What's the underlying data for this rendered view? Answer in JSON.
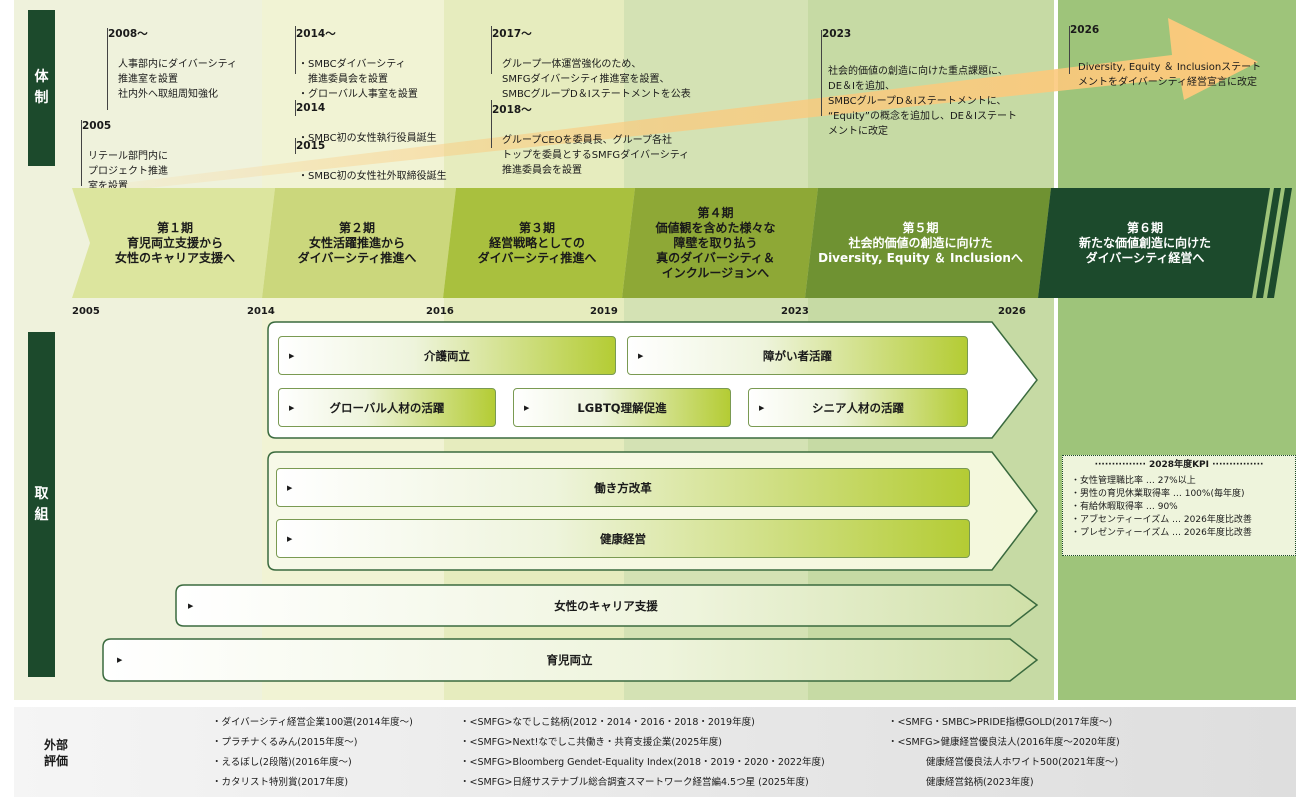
{
  "colors": {
    "dark_green": "#1c4a2c",
    "phase_light": "#dce59e",
    "phase_mid": "#8ea836",
    "accent_lime": "#b4cc34",
    "arrow_orange": "#fcc97c"
  },
  "side_labels": {
    "taisei": "体\n制",
    "torikumi": "取\n組"
  },
  "taisei_entries": [
    {
      "year": "2005",
      "text": "リテール部門内に\nプロジェクト推進\n室を設置"
    },
    {
      "year": "2008～",
      "text": "人事部内にダイバーシティ\n推進室を設置\n社内外へ取組周知強化"
    },
    {
      "year": "2014～",
      "text": "・SMBCダイバーシティ\n　推進委員会を設置\n・グローバル人事室を設置"
    },
    {
      "year": "2014",
      "text": "・SMBC初の女性執行役員誕生"
    },
    {
      "year": "2015",
      "text": "・SMBC初の女性社外取締役誕生"
    },
    {
      "year": "2017～",
      "text": "グループ一体運営強化のため、\nSMFGダイバーシティ推進室を設置、\nSMBCグループD＆Iステートメントを公表"
    },
    {
      "year": "2018～",
      "text": "グループCEOを委員長、グループ各社\nトップを委員とするSMFGダイバーシティ\n推進委員会を設置"
    },
    {
      "year": "2023",
      "text": "社会的価値の創造に向けた重点課題に、\nDE＆Iを追加、\nSMBCグループD＆Iステートメントに、\n“Equity”の概念を追加し、DE＆Iステート\nメントに改定"
    },
    {
      "year": "2026",
      "text": "Diversity, Equity ＆ Inclusionステート\nメントをダイバーシティ経営宣言に改定"
    }
  ],
  "phases": [
    "第１期\n育児両立支援から\n女性のキャリア支援へ",
    "第２期\n女性活躍推進から\nダイバーシティ推進へ",
    "第３期\n経営戦略としての\nダイバーシティ推進へ",
    "第４期\n価値観を含めた様々な\n障壁を取り払う\n真のダイバーシティ＆\nインクルージョンへ",
    "第５期\n社会的価値の創造に向けた\nDiversity, Equity ＆ Inclusionへ",
    "第６期\n新たな価値創造に向けた\nダイバーシティ経営へ"
  ],
  "years": [
    "2005",
    "2014",
    "2016",
    "2019",
    "2023",
    "2026"
  ],
  "initiatives": {
    "kaigo": "介護両立",
    "shogai": "障がい者活躍",
    "global": "グローバル人材の活躍",
    "lgbtq": "LGBTQ理解促進",
    "senior": "シニア人材の活躍",
    "hatarakikata": "働き方改革",
    "kenko": "健康経営",
    "career": "女性のキャリア支援",
    "ikuji": "育児両立"
  },
  "kpi": {
    "title": "2028年度KPI",
    "items": [
      "・女性管理職比率 … 27%以上",
      "・男性の育児休業取得率 … 100%(毎年度)",
      "・有給休暇取得率 … 90%",
      "・アブセンティーイズム … 2026年度比改善",
      "・プレゼンティーイズム … 2026年度比改善"
    ]
  },
  "footer": {
    "label": "外部\n評価",
    "col1": [
      "・ダイバーシティ経営企業100選(2014年度～)",
      "・プラチナくるみん(2015年度～)",
      "・えるぼし(2段階)(2016年度～)",
      "・カタリスト特別賞(2017年度)"
    ],
    "col2": [
      "・<SMFG>なでしこ銘柄(2012・2014・2016・2018・2019年度)",
      "・<SMFG>Next!なでしこ共働き・共育支援企業(2025年度)",
      "・<SMFG>Bloomberg Gendet-Equality Index(2018・2019・2020・2022年度)",
      "・<SMFG>日経サステナブル総合調査スマートワーク経営編4.5つ星 (2025年度)"
    ],
    "col3": [
      "・<SMFG・SMBC>PRIDE指標GOLD(2017年度～)",
      "・<SMFG>健康経営優良法人(2016年度～2020年度)",
      "　　　　健康経営優良法人ホワイト500(2021年度～)",
      "　　　　健康経営銘柄(2023年度)"
    ]
  }
}
